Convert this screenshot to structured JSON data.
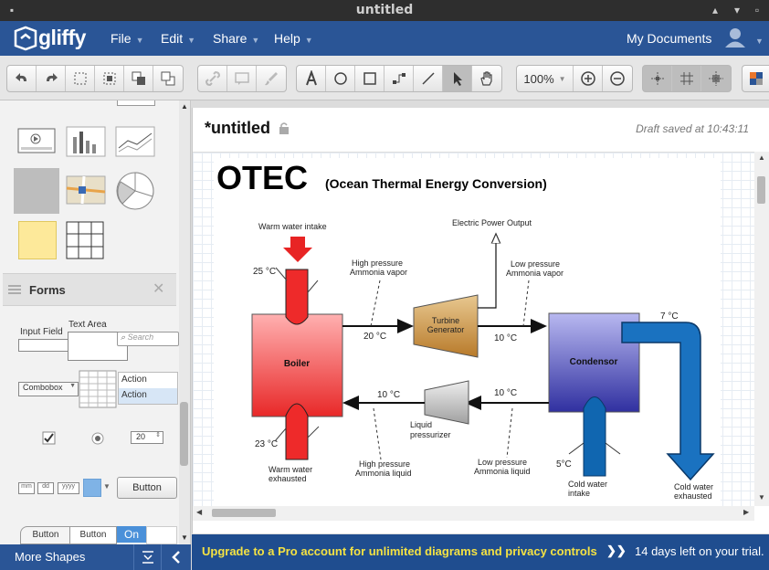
{
  "window": {
    "title": "untitled"
  },
  "app": {
    "logo": "gliffy",
    "menus": [
      "File",
      "Edit",
      "Share",
      "Help"
    ],
    "my_documents": "My Documents"
  },
  "toolbar": {
    "zoom": "100%"
  },
  "left_panel": {
    "forms_title": "Forms",
    "labels": {
      "input_field": "Input Field",
      "text_area": "Text Area",
      "search": "Search",
      "combobox": "Combobox",
      "action1": "Action",
      "action2": "Action",
      "spinner_value": "20",
      "date_mm": "mm",
      "date_dd": "dd",
      "date_yyyy": "yyyy",
      "button1": "Button",
      "tab_button1": "Button",
      "tab_button2": "Button",
      "toggle_on": "On"
    },
    "more_shapes": "More Shapes"
  },
  "document": {
    "title": "*untitled",
    "draft_status": "Draft saved at 10:43:11"
  },
  "diagram": {
    "title": "OTEC",
    "subtitle": "(Ocean Thermal Energy Conversion)",
    "warm_intake": "Warm water intake",
    "electric_output": "Electric Power Output",
    "hp_vapor_1": "High pressure",
    "hp_vapor_2": "Ammonia vapor",
    "lp_vapor_1": "Low pressure",
    "lp_vapor_2": "Ammonia vapor",
    "temp_25": "25 °C",
    "temp_20": "20 °C",
    "temp_10a": "10 °C",
    "temp_7": "7 °C",
    "temp_10b": "10 °C",
    "temp_10c": "10 °C",
    "temp_23": "23 °C",
    "temp_5": "5°C",
    "boiler": "Boiler",
    "turbine_1": "Turbine",
    "turbine_2": "Generator",
    "condensor": "Condensor",
    "liquid_1": "Liquid",
    "liquid_2": "pressurizer",
    "warm_exhaust_1": "Warm water",
    "warm_exhaust_2": "exhausted",
    "hp_liquid_1": "High pressure",
    "hp_liquid_2": "Ammonia liquid",
    "lp_liquid_1": "Low pressure",
    "lp_liquid_2": "Ammonia liquid",
    "cold_intake_1": "Cold water",
    "cold_intake_2": "intake",
    "cold_exhaust_1": "Cold water",
    "cold_exhaust_2": "exhausted"
  },
  "banner": {
    "upgrade": "Upgrade to a Pro account for unlimited diagrams and privacy controls",
    "arrows": "❯❯",
    "trial": "14 days left on your trial."
  },
  "colors": {
    "brand_blue": "#2a5596",
    "banner_blue": "#1f4d8f",
    "banner_yellow": "#f4e243"
  }
}
